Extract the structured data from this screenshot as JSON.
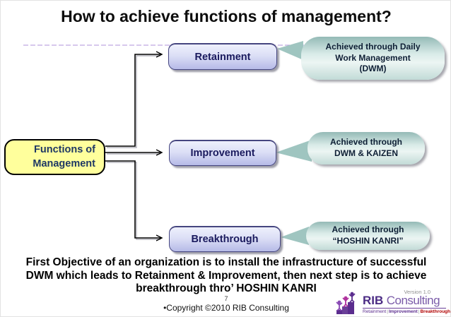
{
  "slide": {
    "title": "How to achieve functions of management?",
    "source_box": {
      "lines": [
        "Functions of",
        "Management"
      ]
    },
    "boxes": [
      {
        "label": "Retainment",
        "callout": [
          "Achieved through Daily",
          "Work Management",
          "(DWM)"
        ]
      },
      {
        "label": "Improvement",
        "callout": [
          "Achieved through",
          "DWM & KAIZEN"
        ]
      },
      {
        "label": "Breakthrough",
        "callout": [
          "Achieved through",
          "“HOSHIN KANRI”"
        ]
      }
    ],
    "note_lines": [
      "First Objective of an organization is to install the infrastructure of successful",
      "DWM which leads to Retainment & Improvement, then next step is to achieve",
      "breakthrough thro’ HOSHIN KANRI"
    ],
    "page_number": "7",
    "copyright": "•Copyright ©2010 RIB Consulting",
    "logo": {
      "brand_bold": "RIB",
      "brand_light": "Consulting",
      "version": "Version 1.0",
      "tagline": [
        "Retainment",
        "Improvement",
        "Breakthrough"
      ],
      "tagline_separator": "|"
    },
    "colors": {
      "title_text": "#0d0d0d",
      "box_fill_top": "#eef0fc",
      "box_fill_bottom": "#b6bae7",
      "box_border": "#45457f",
      "box_text": "#1a1a5e",
      "source_fill": "#ffff9c",
      "source_border": "#000000",
      "source_text": "#1f3864",
      "callout_dark": "#94bab6",
      "callout_light": "#ecf5f3",
      "accent_dashed_line": "#bfa8e2",
      "connector": "#000000",
      "logo_purple": "#4b2b84",
      "logo_light_purple": "#7b5ca9",
      "logo_red": "#b00000"
    }
  }
}
